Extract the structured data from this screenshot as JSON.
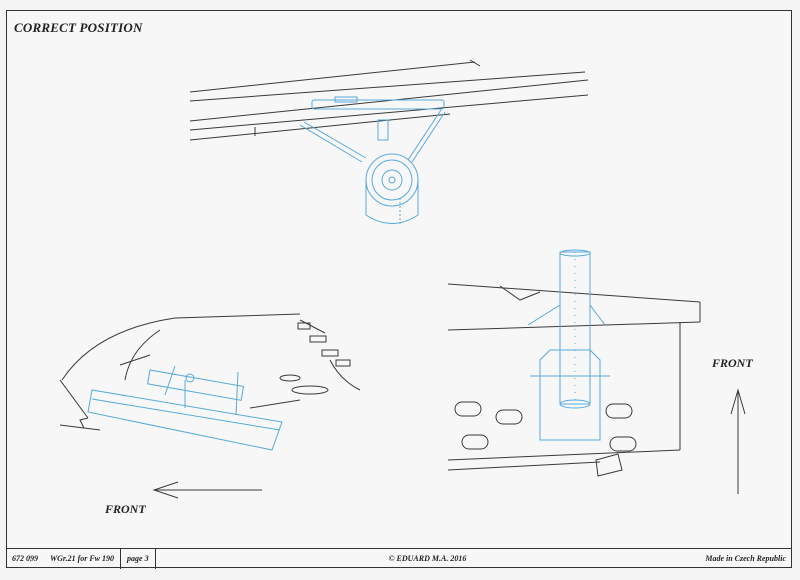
{
  "header": {
    "title": "CORRECT POSITION"
  },
  "labels": {
    "front_left": "FRONT",
    "front_right": "FRONT"
  },
  "footer": {
    "code": "672 099",
    "product": "WGr.21 for Fw 190",
    "page": "page 3",
    "copyright": "© EDUARD  M.A. 2016",
    "origin": "Made in Czech Republic"
  },
  "colors": {
    "line": "#3a3a3a",
    "part": "#5aa9dc"
  }
}
